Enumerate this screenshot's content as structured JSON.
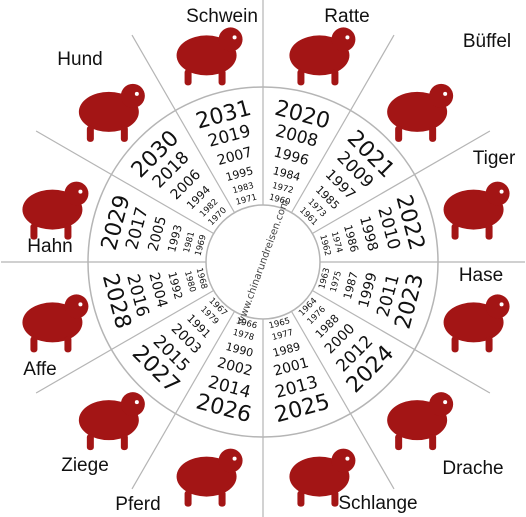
{
  "center_url": "www.chinarundreisen.com",
  "colors": {
    "accent": "#a31515",
    "lines": "#b5b5b5"
  },
  "signs": [
    {
      "name": "Ratte",
      "icon": "rat-icon",
      "years": [
        "2020",
        "2008",
        "1996",
        "1984",
        "1972",
        "1960"
      ]
    },
    {
      "name": "Büffel",
      "icon": "ox-icon",
      "years": [
        "2021",
        "2009",
        "1997",
        "1985",
        "1973",
        "1961"
      ]
    },
    {
      "name": "Tiger",
      "icon": "tiger-icon",
      "years": [
        "2022",
        "2010",
        "1998",
        "1986",
        "1974",
        "1962"
      ]
    },
    {
      "name": "Hase",
      "icon": "rabbit-icon",
      "years": [
        "2023",
        "2011",
        "1999",
        "1987",
        "1975",
        "1963"
      ]
    },
    {
      "name": "Drache",
      "icon": "dragon-icon",
      "years": [
        "2024",
        "2012",
        "2000",
        "1988",
        "1976",
        "1964"
      ]
    },
    {
      "name": "Schlange",
      "icon": "snake-icon",
      "years": [
        "2025",
        "2013",
        "2001",
        "1989",
        "1977",
        "1965"
      ]
    },
    {
      "name": "Pferd",
      "icon": "horse-icon",
      "years": [
        "2026",
        "2014",
        "2002",
        "1990",
        "1978",
        "1966"
      ]
    },
    {
      "name": "Ziege",
      "icon": "goat-icon",
      "years": [
        "2027",
        "2015",
        "2003",
        "1991",
        "1979",
        "1967"
      ]
    },
    {
      "name": "Affe",
      "icon": "monkey-icon",
      "years": [
        "2028",
        "2016",
        "2004",
        "1992",
        "1980",
        "1968"
      ]
    },
    {
      "name": "Hahn",
      "icon": "rooster-icon",
      "years": [
        "2029",
        "2017",
        "2005",
        "1993",
        "1981",
        "1969"
      ]
    },
    {
      "name": "Hund",
      "icon": "dog-icon",
      "years": [
        "2030",
        "2018",
        "2006",
        "1994",
        "1982",
        "1970"
      ]
    },
    {
      "name": "Schwein",
      "icon": "pig-icon",
      "years": [
        "2031",
        "2019",
        "2007",
        "1995",
        "1983",
        "1971"
      ]
    }
  ]
}
